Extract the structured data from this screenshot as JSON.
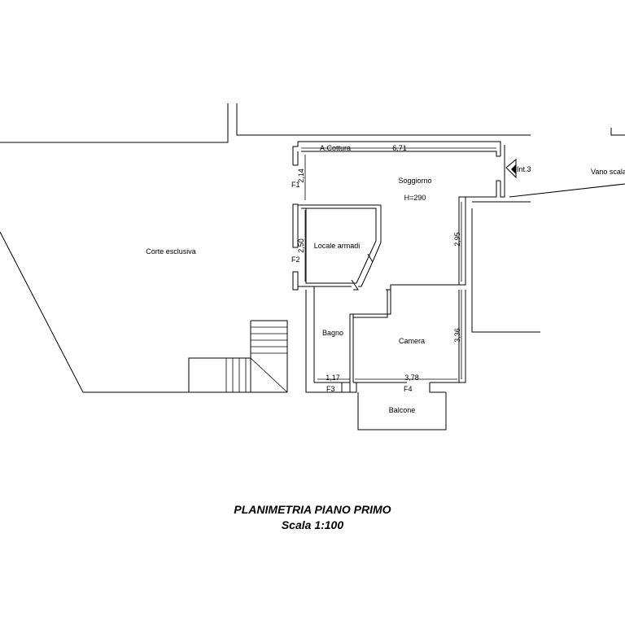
{
  "rooms": {
    "corte": "Corte esclusiva",
    "soggiorno": "Soggiorno",
    "height": "H=290",
    "cottura": "A.Cottura",
    "armadi": "Locale armadi",
    "bagno": "Bagno",
    "camera": "Camera",
    "balcone": "Balcone",
    "vano_scala": "Vano scala",
    "interno": "Int.3"
  },
  "windows": {
    "f1": "F1",
    "f2": "F2",
    "f3": "F3",
    "f4": "F4"
  },
  "dimensions": {
    "top_width": "6,71",
    "left_upper": "2,14",
    "left_lower": "2,50",
    "right_upper": "2,95",
    "right_lower": "3,36",
    "bagno_width": "1,17",
    "camera_width": "3,78"
  },
  "footer": {
    "title": "PLANIMETRIA PIANO PRIMO",
    "scale": "Scala 1:100"
  }
}
